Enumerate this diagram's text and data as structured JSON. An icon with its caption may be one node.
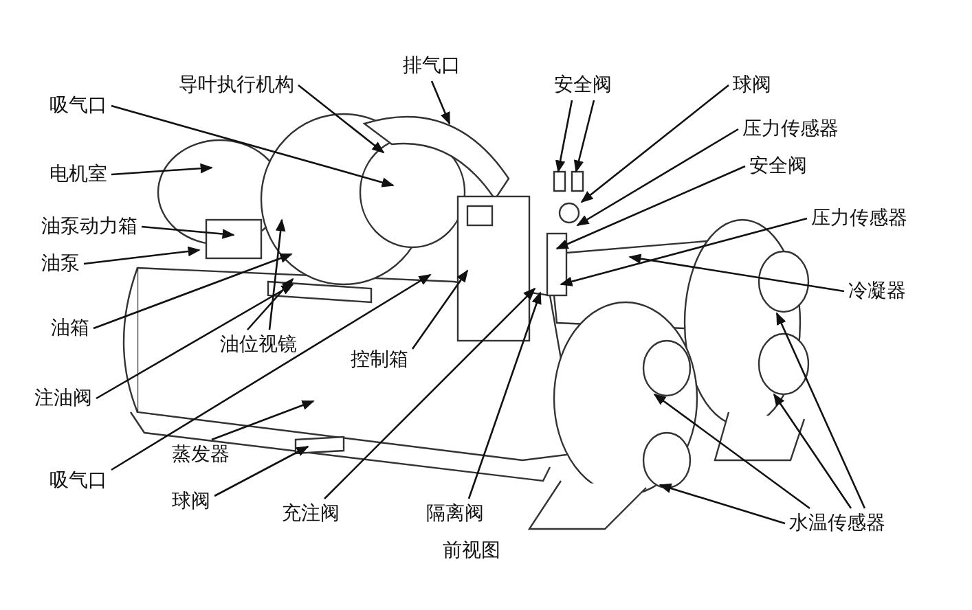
{
  "diagram": {
    "caption": "前视图",
    "nodes": [
      {
        "text": [
          "吸气口"
        ]
      },
      {
        "text": [
          "导叶执行机构"
        ]
      },
      {
        "text": [
          "排气口"
        ]
      },
      {
        "text": [
          "电机室"
        ]
      },
      {
        "text": [
          "油泵动力箱"
        ]
      },
      {
        "text": [
          "油泵"
        ]
      },
      {
        "text": [
          "油箱"
        ]
      },
      {
        "text": [
          "油位视镜"
        ]
      },
      {
        "text": [
          "注油阀"
        ]
      },
      {
        "text": [
          "控制箱"
        ]
      },
      {
        "text": [
          "吸气口"
        ]
      },
      {
        "text": [
          "蒸发器"
        ]
      },
      {
        "text": [
          "球阀"
        ]
      },
      {
        "text": [
          "充注阀"
        ]
      },
      {
        "text": [
          "隔离阀"
        ]
      },
      {
        "text": [
          "安全阀"
        ]
      },
      {
        "text": [
          "球阀"
        ]
      },
      {
        "text": [
          "压力传感器"
        ]
      },
      {
        "text": [
          "安全阀"
        ]
      },
      {
        "text": [
          "压力传感器"
        ]
      },
      {
        "text": [
          "冷凝器"
        ]
      },
      {
        "text": [
          "水温传感器"
        ]
      }
    ],
    "edges": [
      {
        "from": 0,
        "to": null,
        "arrow": "to"
      },
      {
        "from": 1,
        "to": null,
        "arrow": "to"
      },
      {
        "from": 2,
        "to": null,
        "arrow": "to"
      },
      {
        "from": 3,
        "to": null,
        "arrow": "to"
      },
      {
        "from": 4,
        "to": null,
        "arrow": "to"
      },
      {
        "from": 5,
        "to": null,
        "arrow": "to"
      },
      {
        "from": 6,
        "to": null,
        "arrow": "to"
      },
      {
        "from": 7,
        "to": null,
        "arrow": "to"
      },
      {
        "from": 7,
        "to": null,
        "arrow": "to"
      },
      {
        "from": 8,
        "to": null,
        "arrow": "to"
      },
      {
        "from": 9,
        "to": null,
        "arrow": "to"
      },
      {
        "from": 10,
        "to": null,
        "arrow": "to"
      },
      {
        "from": 11,
        "to": null,
        "arrow": "to"
      },
      {
        "from": 12,
        "to": null,
        "arrow": "to"
      },
      {
        "from": 13,
        "to": null,
        "arrow": "to"
      },
      {
        "from": 14,
        "to": null,
        "arrow": "to"
      },
      {
        "from": 15,
        "to": null,
        "arrow": "to"
      },
      {
        "from": 15,
        "to": null,
        "arrow": "to"
      },
      {
        "from": 16,
        "to": null,
        "arrow": "to"
      },
      {
        "from": 17,
        "to": null,
        "arrow": "to"
      },
      {
        "from": 18,
        "to": null,
        "arrow": "to"
      },
      {
        "from": 19,
        "to": null,
        "arrow": "to"
      },
      {
        "from": 20,
        "to": null,
        "arrow": "to"
      },
      {
        "from": 21,
        "to": null,
        "arrow": "to"
      },
      {
        "from": 21,
        "to": null,
        "arrow": "to"
      },
      {
        "from": 21,
        "to": null,
        "arrow": "to"
      },
      {
        "from": 21,
        "to": null,
        "arrow": "to"
      }
    ]
  }
}
